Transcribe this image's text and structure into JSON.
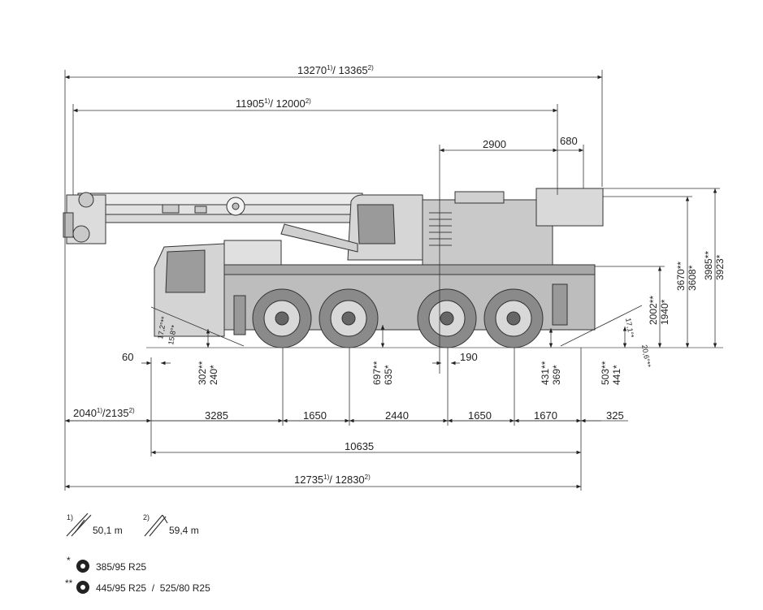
{
  "overall": {
    "top_length": {
      "main": "13270",
      "sup1": "1)",
      "sep": "/ 13365",
      "sup2": "2)"
    },
    "boom_length": {
      "main": "11905",
      "sup1": "1)",
      "sep": "/ 12000",
      "sup2": "2)"
    },
    "total_length": {
      "main": "12735",
      "sup1": "1)",
      "sep": "/ 12830",
      "sup2": "2)"
    },
    "front_overhang": {
      "main": "2040",
      "sup1": "1)",
      "sep": "/2135",
      "sup2": "2)"
    },
    "wheelbase_total": "10635"
  },
  "upper": {
    "superstructure": "2900",
    "counterweight": "680"
  },
  "axle_spacings": [
    "3285",
    "1650",
    "2440",
    "1650",
    "1670",
    "325"
  ],
  "horizontal_misc": {
    "front_small": "60",
    "mid_small": "190"
  },
  "heights": {
    "h1": "3985**",
    "h2": "3923*",
    "h3": "3670**",
    "h4": "3608*",
    "h5": "2002**",
    "h6": "1940*"
  },
  "clearances": {
    "c1a": "302**",
    "c1b": "240*",
    "c2a": "697**",
    "c2b": "635*",
    "c3a": "431**",
    "c3b": "369*",
    "c4a": "503**",
    "c4b": "441*"
  },
  "angles": {
    "front_a": "17,2°**",
    "front_b": "15,8°*",
    "rear_a": "20,6°**",
    "rear_b": "17,1°*"
  },
  "legend": {
    "boom1_mark": "1)",
    "boom1_label": "50,1 m",
    "boom2_mark": "2)",
    "boom2_label": "59,4 m",
    "tyre1_mark": "*",
    "tyre1_label": "385/95 R25",
    "tyre2_mark": "**",
    "tyre2_label": "445/95 R25  /  525/80 R25"
  }
}
